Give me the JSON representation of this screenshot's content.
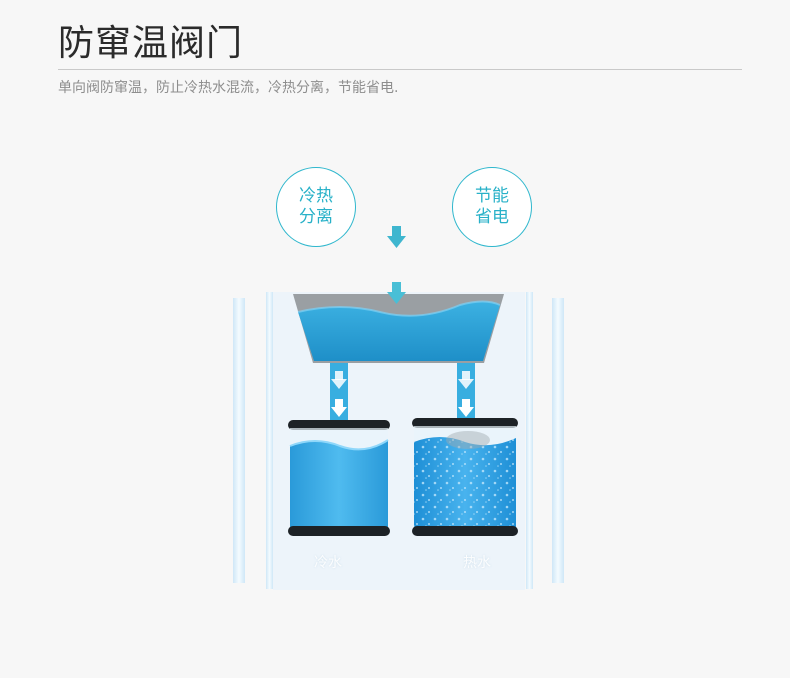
{
  "header": {
    "title": "防窜温阀门",
    "subtitle": "单向阀防窜温，防止冷热水混流，冷热分离，节能省电."
  },
  "badges": [
    {
      "text": "冷热分离"
    },
    {
      "text": "节能省电"
    }
  ],
  "tanks": {
    "cold_label": "冷水",
    "hot_label": "热水"
  },
  "colors": {
    "accent": "#2fb7cd",
    "water": "#1f9fd9",
    "arrow": "#3fb6cf"
  }
}
